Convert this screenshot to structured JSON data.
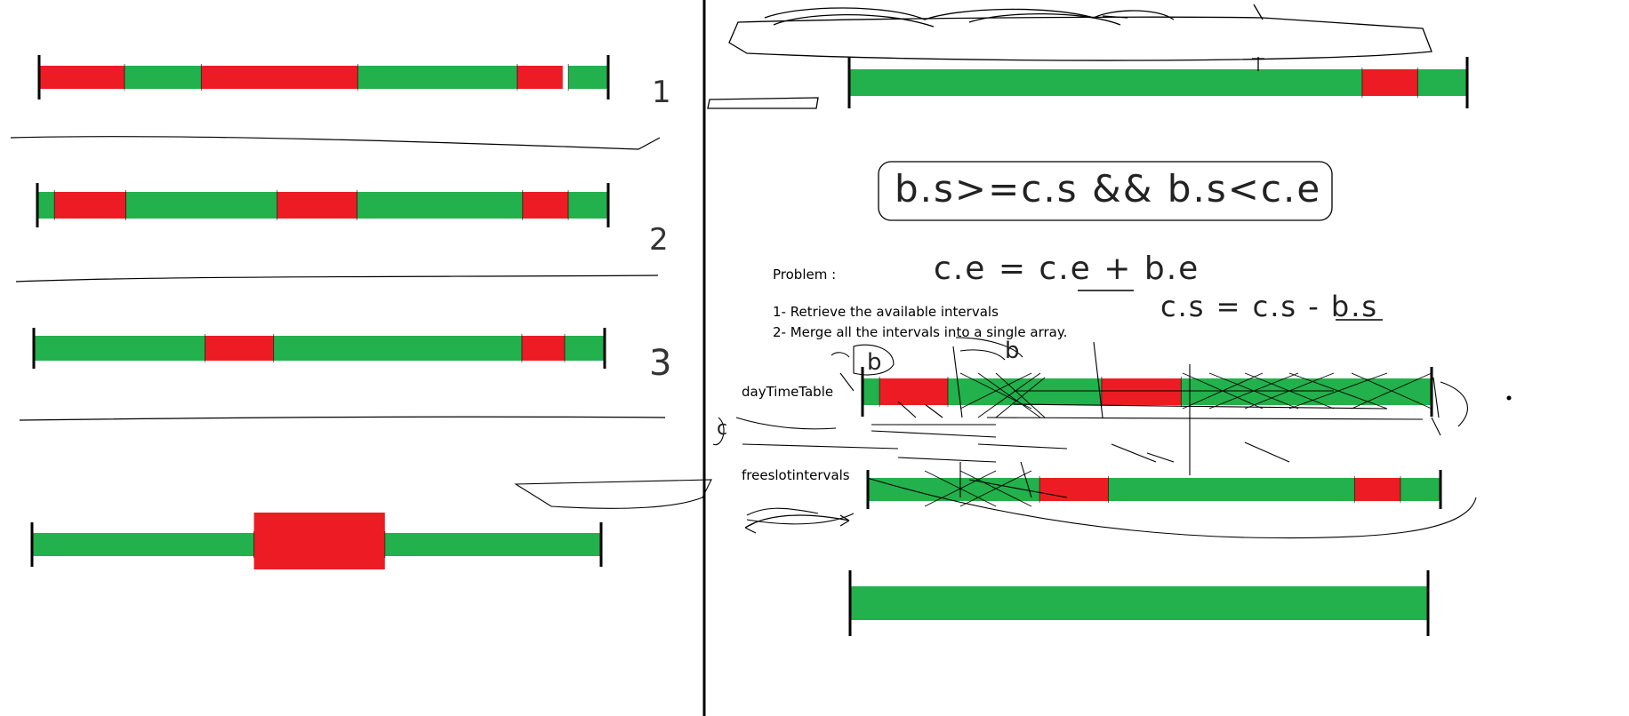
{
  "colors": {
    "busy": "#ed1c24",
    "free": "#22b14c",
    "ink": "#000000"
  },
  "timelines": [
    {
      "id": "t1",
      "segments": [
        [
          "busy",
          0.0,
          0.15
        ],
        [
          "free",
          0.15,
          0.285
        ],
        [
          "busy",
          0.285,
          0.56
        ],
        [
          "free",
          0.56,
          0.84
        ],
        [
          "busy",
          0.84,
          0.92
        ],
        [
          "free",
          0.93,
          1.0
        ]
      ]
    },
    {
      "id": "t2",
      "segments": [
        [
          "free",
          0.0,
          0.03
        ],
        [
          "busy",
          0.03,
          0.155
        ],
        [
          "free",
          0.155,
          0.42
        ],
        [
          "busy",
          0.42,
          0.56
        ],
        [
          "free",
          0.56,
          0.85
        ],
        [
          "busy",
          0.85,
          0.93
        ],
        [
          "free",
          0.93,
          1.0
        ]
      ]
    },
    {
      "id": "t3",
      "segments": [
        [
          "free",
          0.0,
          0.3
        ],
        [
          "busy",
          0.3,
          0.42
        ],
        [
          "free",
          0.42,
          0.855
        ],
        [
          "busy",
          0.855,
          0.93
        ],
        [
          "free",
          0.93,
          1.0
        ]
      ]
    },
    {
      "id": "t4",
      "segments": [
        [
          "free",
          0.0,
          0.39
        ],
        [
          "busy",
          0.39,
          0.62
        ],
        [
          "free",
          0.62,
          1.0
        ]
      ]
    },
    {
      "id": "top-right",
      "segments": [
        [
          "free",
          0.0,
          0.83
        ],
        [
          "busy",
          0.83,
          0.92
        ],
        [
          "free",
          0.92,
          1.0
        ]
      ]
    },
    {
      "id": "dayTimeTable",
      "segments": [
        [
          "free",
          0.0,
          0.03
        ],
        [
          "busy",
          0.03,
          0.15
        ],
        [
          "free",
          0.15,
          0.42
        ],
        [
          "busy",
          0.42,
          0.56
        ],
        [
          "free",
          0.56,
          1.0
        ]
      ]
    },
    {
      "id": "freeslotintervals",
      "segments": [
        [
          "free",
          0.0,
          0.3
        ],
        [
          "busy",
          0.3,
          0.42
        ],
        [
          "free",
          0.42,
          0.85
        ],
        [
          "busy",
          0.85,
          0.93
        ],
        [
          "free",
          0.93,
          1.0
        ]
      ]
    },
    {
      "id": "merged",
      "segments": [
        [
          "free",
          0.0,
          1.0
        ]
      ]
    }
  ],
  "labels": {
    "num1": "1",
    "num2": "2",
    "num3": "3",
    "problem_title": "Problem :",
    "problem_item1": "1- Retrieve the available intervals",
    "problem_item2": "2- Merge all the intervals into a single array.",
    "day_timetable": "dayTimeTable",
    "freeslot": "freeslotintervals",
    "formula_condition": "b.s>=c.s && b.s<c.e",
    "formula_ce": "c.e = c.e + b.e",
    "formula_cs": "c.s = c.s - b.s",
    "b_mark": "b",
    "c_mark": "c"
  }
}
